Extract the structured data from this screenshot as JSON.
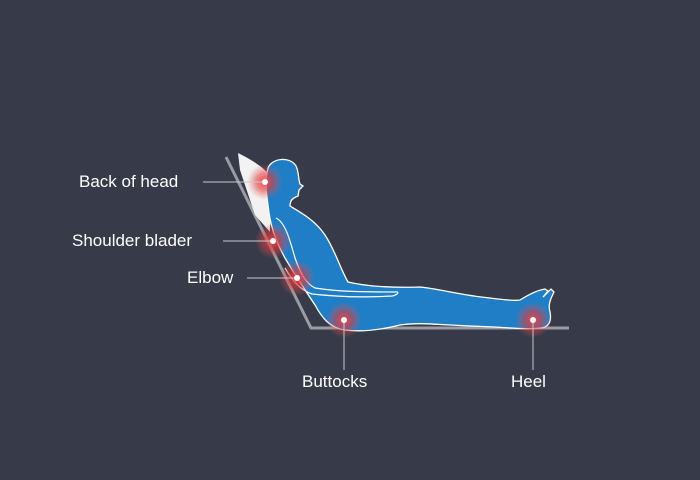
{
  "labels": {
    "head": "Back of head",
    "shoulder": "Shoulder blader",
    "elbow": "Elbow",
    "buttocks": "Buttocks",
    "heel": "Heel"
  },
  "colors": {
    "background": "#373a48",
    "body": "#1f7ec6",
    "hotspot": "#e03a3a",
    "bed": "#9a9ca3"
  }
}
